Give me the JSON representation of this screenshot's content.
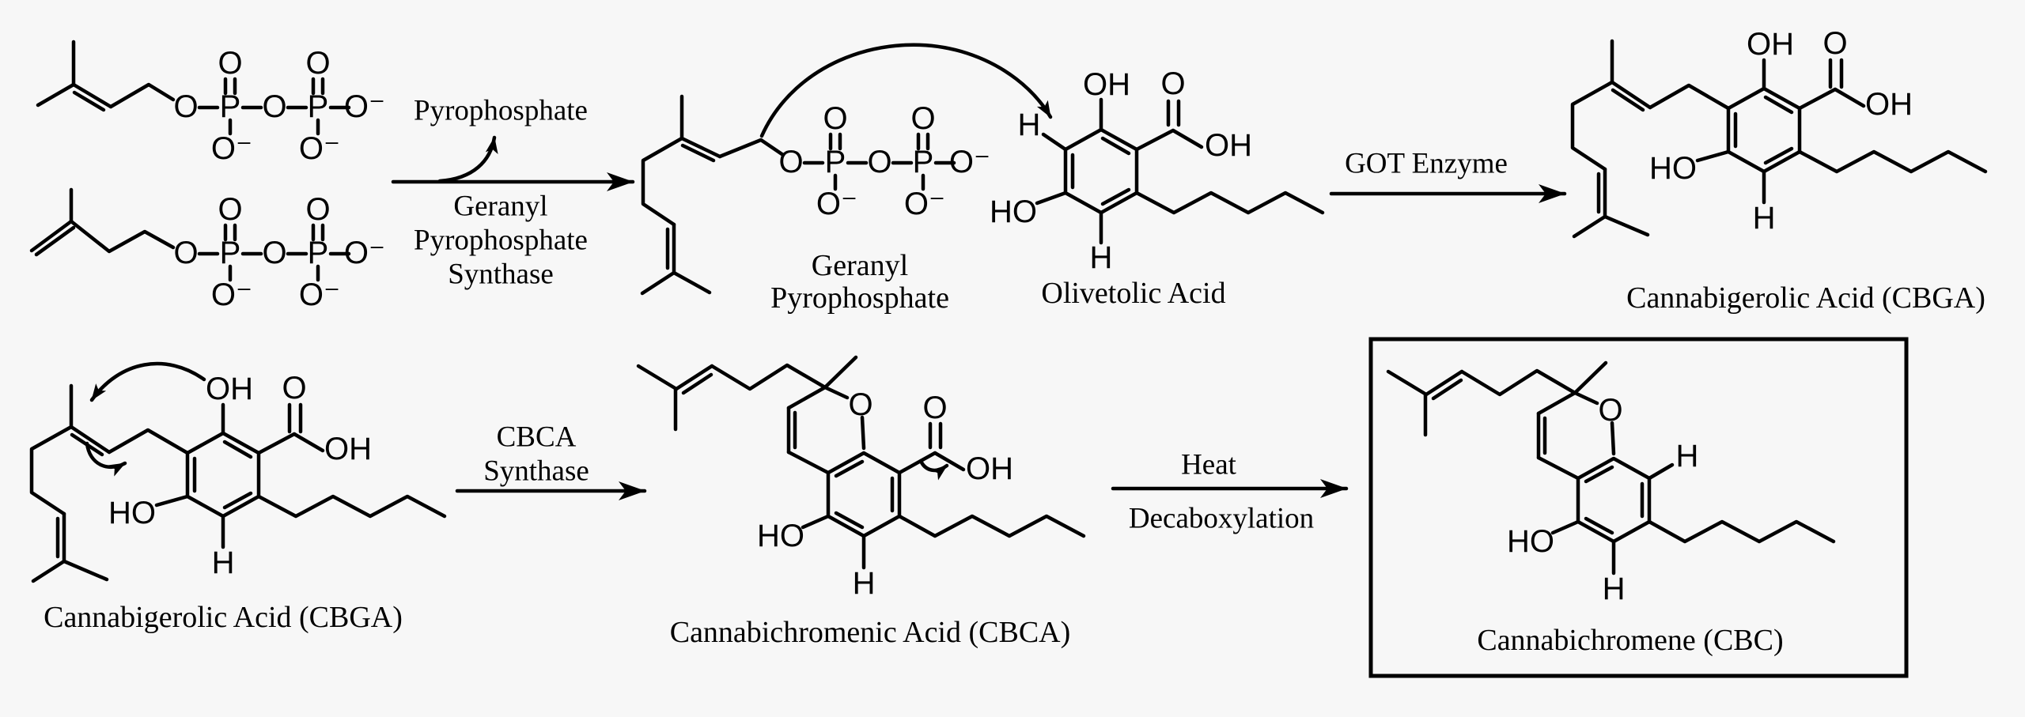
{
  "figure": {
    "background": "#f7f7f7",
    "line_color": "#000000",
    "product_box_color": "#000000"
  },
  "atoms": {
    "o": "O",
    "p": "P",
    "o_minus": "O⁻",
    "oh": "OH",
    "ho": "HO",
    "h": "H"
  },
  "row1": {
    "pyrophosphate_byproduct": "Pyrophosphate",
    "step1_enzyme_line1": "Geranyl",
    "step1_enzyme_line2": "Pyrophosphate",
    "step1_enzyme_line3": "Synthase",
    "gpp_name_line1": "Geranyl",
    "gpp_name_line2": "Pyrophosphate",
    "olivetolic_name": "Olivetolic Acid",
    "step2_enzyme": "GOT Enzyme",
    "cbga_name": "Cannabigerolic Acid (CBGA)"
  },
  "row2": {
    "cbga_name": "Cannabigerolic Acid (CBGA)",
    "step3_enzyme_line1": "CBCA",
    "step3_enzyme_line2": "Synthase",
    "cbca_name": "Cannabichromenic Acid (CBCA)",
    "step4_condition": "Heat",
    "step4_process": "Decaboxylation",
    "cbc_name": "Cannabichromene (CBC)"
  }
}
